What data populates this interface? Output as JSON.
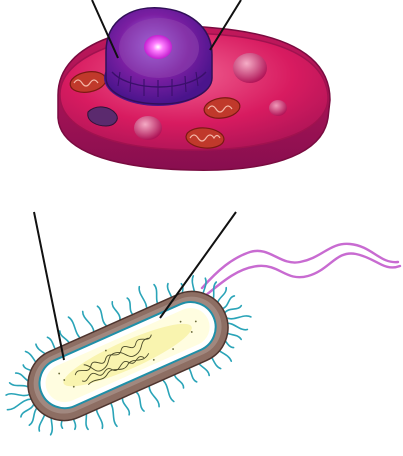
{
  "figure": {
    "panels": [
      {
        "id": "animal-cell",
        "pointer_count": 2
      },
      {
        "id": "bacterial-cell",
        "pointer_count": 2
      }
    ]
  },
  "colors": {
    "background": "#ffffff",
    "cytoplasm": "#c2185b",
    "cell_top": "#d81b60",
    "nucleus": "#6a1b9a",
    "nucleolus": "#e040fb",
    "mitochondria": "#c0392b",
    "pointer": "#111111",
    "bacteria_wall": "#8d6e63",
    "bacteria_membrane": "#1e8fa8",
    "bacteria_cytoplasm": "#fffde0",
    "pili": "#2aa4b8",
    "flagellum": "#c86bd1",
    "dna": "#4a4a2a"
  }
}
